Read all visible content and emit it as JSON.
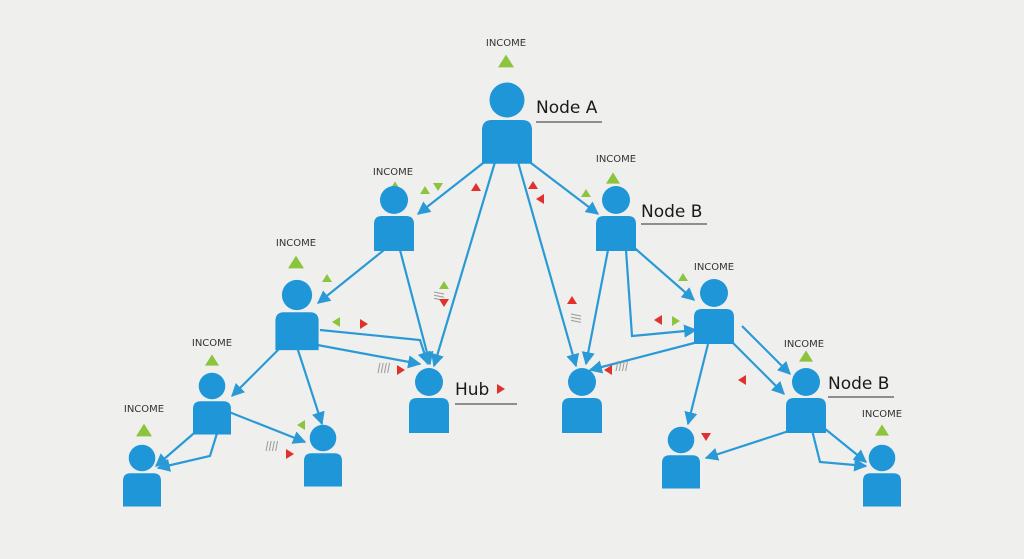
{
  "colors": {
    "person": "#1f96d8",
    "edge": "#2a9ad6",
    "up_marker": "#8cc43e",
    "down_marker": "#e0312f",
    "label_underline": "#555555",
    "background": "#efefee"
  },
  "labels": {
    "income": "INCOME",
    "node_a": "Node A",
    "node_b_upper": "Node B",
    "node_b_lower": "Node B",
    "hub": "Hub"
  },
  "icons": {
    "person": "person-icon",
    "income_up": "up-triangle-icon",
    "income_down": "down-triangle-icon"
  }
}
